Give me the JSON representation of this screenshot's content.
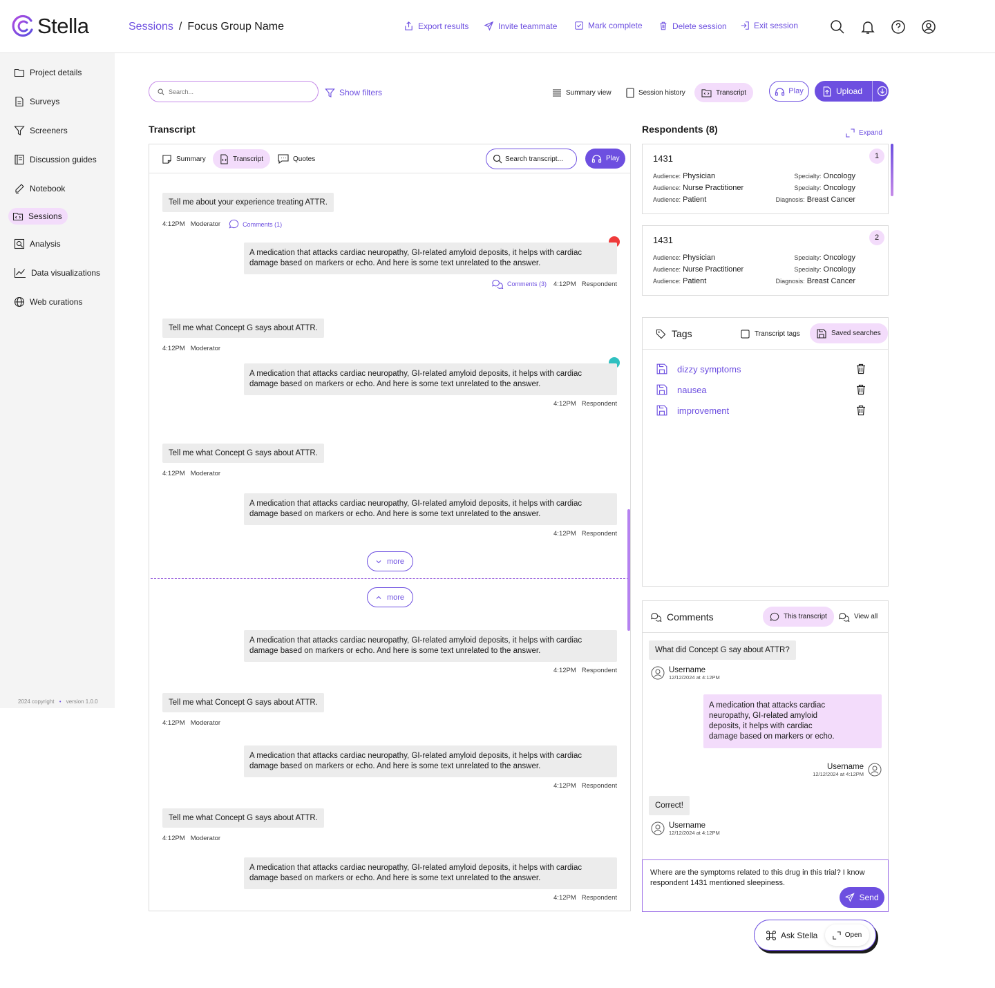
{
  "app": {
    "logo_text": "Stella"
  },
  "breadcrumb": {
    "parent": "Sessions",
    "separator": "/",
    "current": "Focus Group Name"
  },
  "header_actions": [
    "Export results",
    "Invite teammate",
    "Mark complete",
    "Delete session",
    "Exit session"
  ],
  "sidebar": {
    "items": [
      {
        "label": "Project details",
        "icon": "folder-icon"
      },
      {
        "label": "Surveys",
        "icon": "document-icon"
      },
      {
        "label": "Screeners",
        "icon": "funnel-icon"
      },
      {
        "label": "Discussion guides",
        "icon": "book-icon"
      },
      {
        "label": "Notebook",
        "icon": "pen-icon"
      },
      {
        "label": "Sessions",
        "icon": "session-icon",
        "active": true
      },
      {
        "label": "Analysis",
        "icon": "analysis-icon"
      },
      {
        "label": "Data visualizations",
        "icon": "chart-icon"
      },
      {
        "label": "Web curations",
        "icon": "globe-icon"
      }
    ],
    "copyright": "2024 copyright",
    "bullet": "•",
    "version": "version 1.0.0"
  },
  "toolbar": {
    "search_placeholder": "Search...",
    "show_filters": "Show filters",
    "summary_view": "Summary view",
    "session_history": "Session history",
    "transcript": "Transcript",
    "play": "Play",
    "upload": "Upload"
  },
  "transcript_panel": {
    "title": "Transcript",
    "tabs": [
      "Summary",
      "Transcript",
      "Quotes"
    ],
    "search_label": "Search transcript...",
    "play": "Play",
    "more_label": "more",
    "entries": [
      {
        "question": "Tell me about your experience treating ATTR.",
        "q_time": "4:12PM",
        "q_role": "Moderator",
        "q_comments": "Comments (1)",
        "answer": "A medication that attacks cardiac neuropathy, GI-related amyloid deposits, it helps with cardiac damage based on markers or echo. And here is some text unrelated to the answer.",
        "a_time": "4:12PM",
        "a_role": "Respondent",
        "a_comments": "Comments (3)"
      },
      {
        "question": "Tell me what Concept G says about ATTR.",
        "q_time": "4:12PM",
        "q_role": "Moderator",
        "answer": "A medication that attacks cardiac neuropathy, GI-related amyloid deposits, it helps with cardiac damage based on markers or echo. And here is some text unrelated to the answer.",
        "a_time": "4:12PM",
        "a_role": "Respondent"
      },
      {
        "question": "Tell me what Concept G says about ATTR.",
        "q_time": "4:12PM",
        "q_role": "Moderator",
        "answer": "A medication that attacks cardiac neuropathy, GI-related amyloid deposits, it helps with cardiac damage based on markers or echo. And here is some text unrelated to the answer.",
        "a_time": "4:12PM",
        "a_role": "Respondent"
      },
      {
        "answer": "A medication that attacks cardiac neuropathy, GI-related amyloid deposits, it helps with cardiac damage based on markers or echo. And here is some text unrelated to the answer.",
        "a_time": "4:12PM",
        "a_role": "Respondent"
      },
      {
        "question": "Tell me what Concept G says about ATTR.",
        "q_time": "4:12PM",
        "q_role": "Moderator",
        "answer": "A medication that attacks cardiac neuropathy, GI-related amyloid deposits, it helps with cardiac damage based on markers or echo. And here is some text unrelated to the answer.",
        "a_time": "4:12PM",
        "a_role": "Respondent"
      },
      {
        "question": "Tell me what Concept G says about ATTR.",
        "q_time": "4:12PM",
        "q_role": "Moderator",
        "answer": "A medication that attacks cardiac neuropathy, GI-related amyloid deposits, it helps with cardiac damage based on markers or echo. And here is some text unrelated to the answer.",
        "a_time": "4:12PM",
        "a_role": "Respondent"
      }
    ],
    "dot_colors": [
      "#ef3b3b",
      "#2fc0c0"
    ]
  },
  "respondents": {
    "title": "Respondents (8)",
    "expand": "Expand",
    "cards": [
      {
        "id": "1431",
        "badge": "1",
        "rows": [
          {
            "left_label": "Audience:",
            "left_value": "Physician",
            "right_label": "Specialty:",
            "right_value": "Oncology"
          },
          {
            "left_label": "Audience:",
            "left_value": "Nurse Practitioner",
            "right_label": "Specialty:",
            "right_value": "Oncology"
          },
          {
            "left_label": "Audience:",
            "left_value": "Patient",
            "right_label": "Diagnosis:",
            "right_value": "Breast Cancer"
          }
        ]
      },
      {
        "id": "1431",
        "badge": "2",
        "rows": [
          {
            "left_label": "Audience:",
            "left_value": "Physician",
            "right_label": "Specialty:",
            "right_value": "Oncology"
          },
          {
            "left_label": "Audience:",
            "left_value": "Nurse Practitioner",
            "right_label": "Specialty:",
            "right_value": "Oncology"
          },
          {
            "left_label": "Audience:",
            "left_value": "Patient",
            "right_label": "Diagnosis:",
            "right_value": "Breast Cancer"
          }
        ]
      }
    ]
  },
  "tags": {
    "title": "Tags",
    "transcript_tags": "Transcript tags",
    "saved_searches": "Saved searches",
    "items": [
      "dizzy symptoms",
      "nausea",
      "improvement"
    ]
  },
  "comments": {
    "title": "Comments",
    "this_transcript": "This transcript",
    "view_all": "View all",
    "thread": [
      {
        "text": "What did Concept G say about ATTR?",
        "user": "Username",
        "date": "12/12/2024 at 4:12PM",
        "side": "left"
      },
      {
        "text": "A medication that attacks cardiac neuropathy, GI-related amyloid deposits, it helps with cardiac damage based on markers or echo.",
        "user": "Username",
        "date": "12/12/2024 at 4:12PM",
        "side": "right"
      },
      {
        "text": "Correct!",
        "user": "Username",
        "date": "12/12/2024 at 4:12PM",
        "side": "left"
      }
    ],
    "compose_value": "Where are the symptoms related to this drug in this trial? I know respondent 1431 mentioned sleepiness.",
    "send": "Send"
  },
  "ask_stella": {
    "label": "Ask Stella",
    "open": "Open"
  },
  "colors": {
    "accent": "#6d4fe0",
    "accent_light": "#f3dcfb",
    "bubble": "#ececec"
  }
}
